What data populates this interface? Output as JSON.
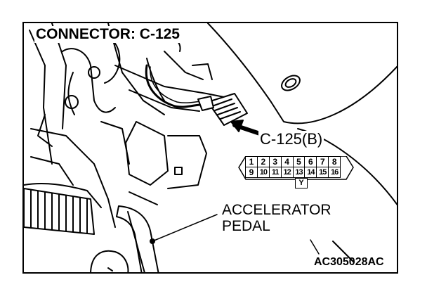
{
  "diagram": {
    "title": "CONNECTOR: C-125",
    "connector_label": "C-125(B)",
    "pin_rows": [
      [
        "1",
        "2",
        "3",
        "4",
        "5",
        "6",
        "7",
        "8"
      ],
      [
        "9",
        "10",
        "11",
        "12",
        "13",
        "14",
        "15",
        "16"
      ]
    ],
    "wire_color_pin13": "Y",
    "part_label_line1": "ACCELERATOR",
    "part_label_line2": "PEDAL",
    "figure_id": "AC305028AC"
  }
}
